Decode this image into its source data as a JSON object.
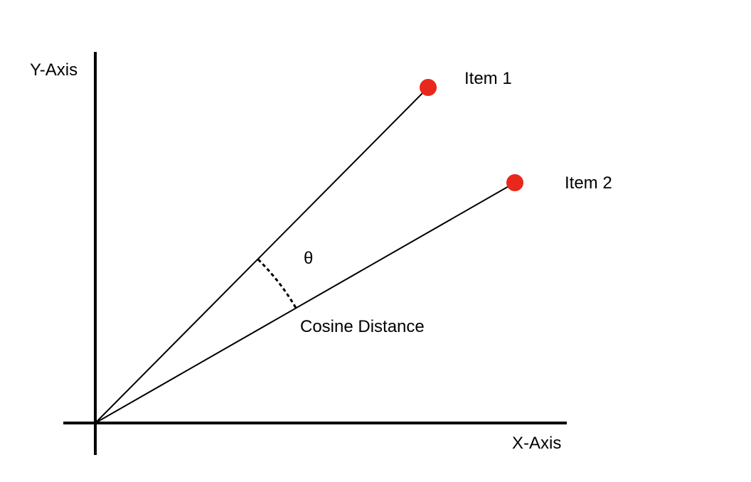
{
  "labels": {
    "y_axis": "Y-Axis",
    "x_axis": "X-Axis",
    "item1": "Item 1",
    "item2": "Item 2",
    "angle": "θ",
    "caption": "Cosine Distance"
  },
  "colors": {
    "point": "#e8281c",
    "line": "#000000",
    "background": "#ffffff"
  }
}
